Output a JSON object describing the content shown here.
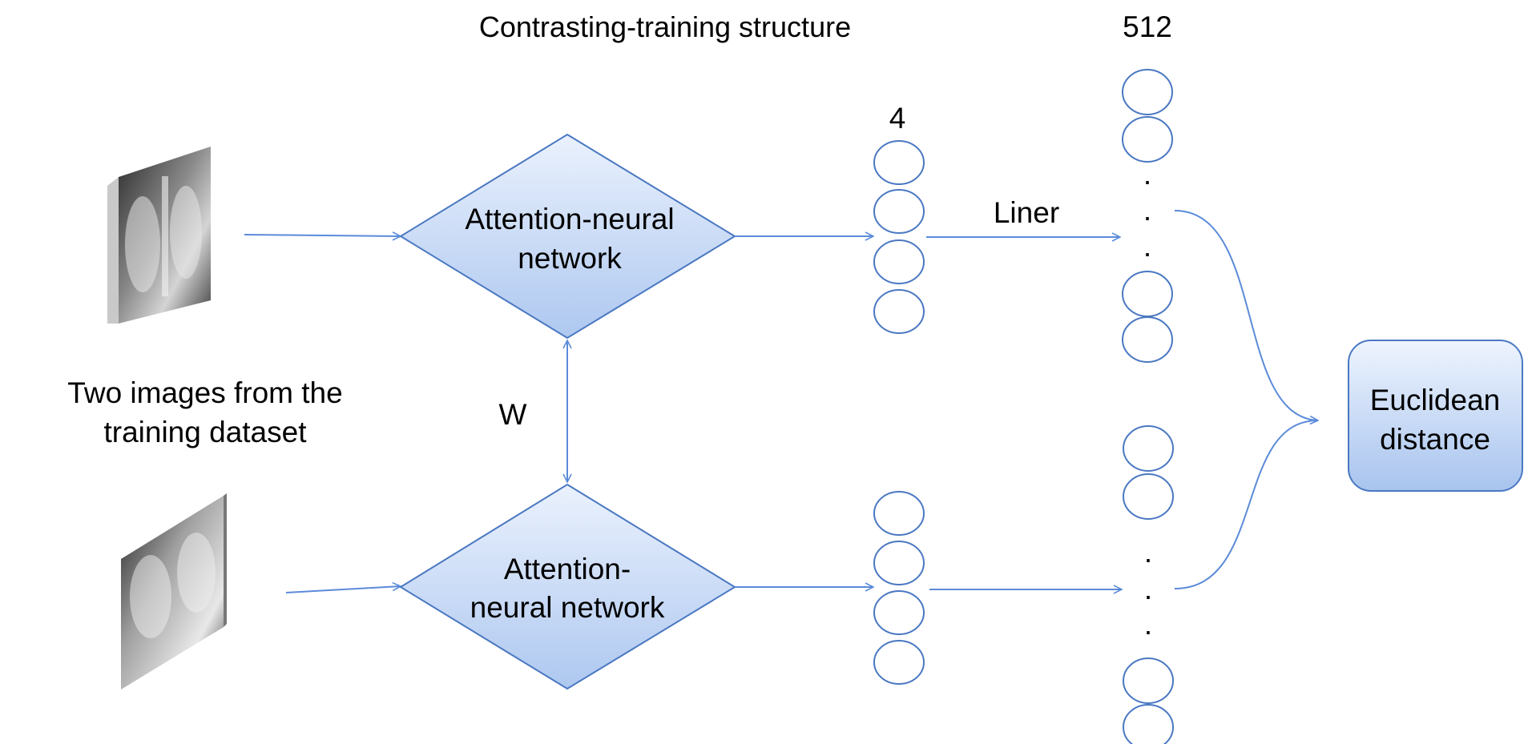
{
  "diagram": {
    "title": "Contrasting-training structure",
    "input_caption_line1": "Two images from the",
    "input_caption_line2": "training dataset",
    "weight_label": "W",
    "top_network": {
      "line1": "Attention-neural",
      "line2": "network"
    },
    "bottom_network": {
      "line1": "Attention-",
      "line2": "neural network"
    },
    "feature_size_small": "4",
    "feature_size_large": "512",
    "linear_label": "Liner",
    "ellipsis_dot": ".",
    "output_box": {
      "line1": "Euclidean",
      "line2": "distance"
    },
    "input_images": [
      {
        "icon": "chest-xray-image"
      },
      {
        "icon": "chest-xray-image"
      }
    ],
    "colors": {
      "line": "#5b8bd9",
      "shape_border": "#4a78c2",
      "fill_light": "#eaf1fd",
      "fill_dark": "#aec8f0"
    }
  }
}
